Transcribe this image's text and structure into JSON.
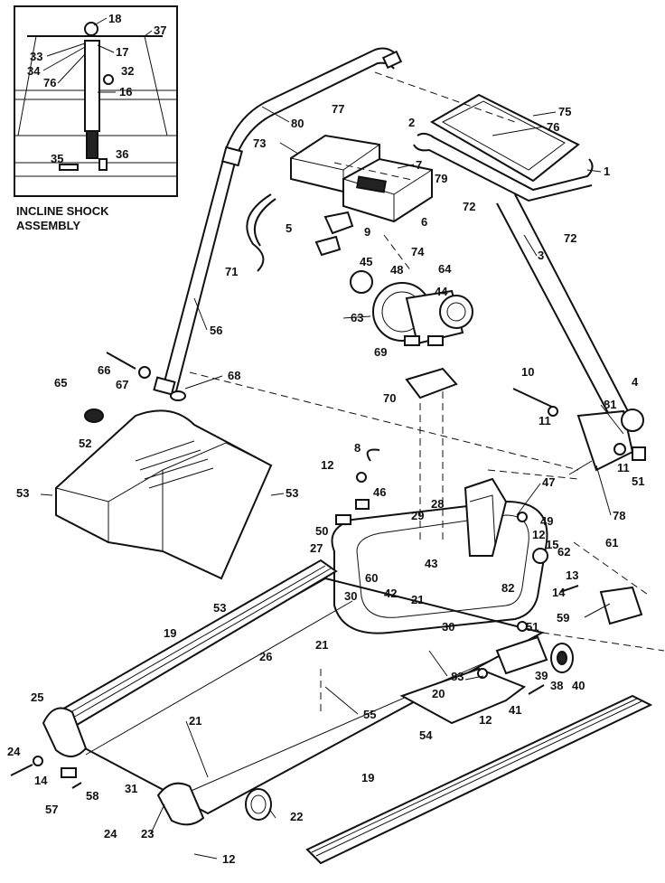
{
  "inset": {
    "caption_line1": "INCLINE SHOCK",
    "caption_line2": "ASSEMBLY",
    "labels": [
      "18",
      "37",
      "17",
      "33",
      "34",
      "76",
      "32",
      "16",
      "35",
      "36"
    ]
  },
  "callouts": [
    "80",
    "77",
    "75",
    "2",
    "76",
    "73",
    "7",
    "79",
    "1",
    "72",
    "72",
    "5",
    "9",
    "6",
    "74",
    "48",
    "71",
    "45",
    "64",
    "44",
    "63",
    "3",
    "56",
    "69",
    "70",
    "66",
    "67",
    "68",
    "65",
    "10",
    "4",
    "81",
    "11",
    "11",
    "51",
    "52",
    "8",
    "47",
    "78",
    "53",
    "53",
    "12",
    "46",
    "28",
    "49",
    "29",
    "50",
    "15",
    "12",
    "27",
    "62",
    "60",
    "43",
    "82",
    "61",
    "13",
    "30",
    "42",
    "14",
    "21",
    "59",
    "53",
    "30",
    "51",
    "19",
    "21",
    "26",
    "39",
    "83",
    "38",
    "40",
    "20",
    "25",
    "41",
    "55",
    "12",
    "54",
    "21",
    "24",
    "14",
    "58",
    "19",
    "57",
    "31",
    "22",
    "24",
    "23",
    "12"
  ]
}
